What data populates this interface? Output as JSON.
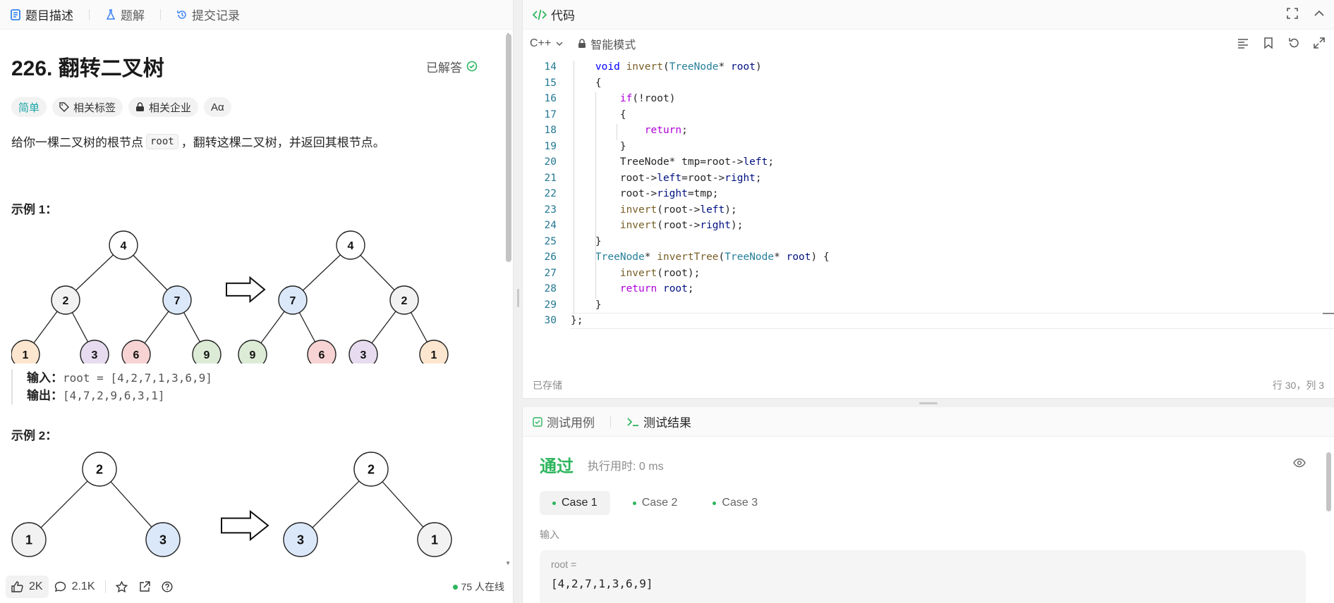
{
  "left_tabs": [
    {
      "label": "题目描述",
      "icon": "description-icon"
    },
    {
      "label": "题解",
      "icon": "flask-icon"
    },
    {
      "label": "提交记录",
      "icon": "history-icon"
    }
  ],
  "problem": {
    "title": "226. 翻转二叉树",
    "status": "已解答",
    "difficulty": "简单",
    "tags_label": "相关标签",
    "companies_label": "相关企业",
    "font_button": "Aα",
    "desc_prefix": "给你一棵二叉树的根节点",
    "desc_code": "root",
    "desc_suffix": "，翻转这棵二叉树，并返回其根节点。",
    "example1_title": "示例 1：",
    "example1_input_label": "输入：",
    "example1_input": "root = [4,2,7,1,3,6,9]",
    "example1_output_label": "输出：",
    "example1_output": "[4,7,2,9,6,3,1]",
    "example2_title": "示例 2："
  },
  "tree1_before": {
    "nodes": [
      "4",
      "2",
      "7",
      "1",
      "3",
      "6",
      "9"
    ],
    "colors": [
      "#ffffff",
      "#f2f2f2",
      "#dbe8fa",
      "#fde6cf",
      "#e7dcef",
      "#f7d3d3",
      "#dcebd6"
    ]
  },
  "tree1_after": {
    "nodes": [
      "4",
      "7",
      "2",
      "9",
      "6",
      "3",
      "1"
    ],
    "colors": [
      "#ffffff",
      "#dbe8fa",
      "#f2f2f2",
      "#dcebd6",
      "#f7d3d3",
      "#e7dcef",
      "#fde6cf"
    ]
  },
  "tree2_before": {
    "nodes": [
      "2",
      "1",
      "3"
    ],
    "colors": [
      "#ffffff",
      "#f2f2f2",
      "#dbe8fa"
    ]
  },
  "tree2_after": {
    "nodes": [
      "2",
      "3",
      "1"
    ],
    "colors": [
      "#ffffff",
      "#dbe8fa",
      "#f2f2f2"
    ]
  },
  "bottom_bar": {
    "likes": "2K",
    "comments": "2.1K",
    "online": "75 人在线"
  },
  "code_panel": {
    "title": "代码",
    "language": "C++",
    "mode": "智能模式",
    "saved": "已存储",
    "cursor": "行 30，列 3"
  },
  "code_lines": [
    {
      "n": "14",
      "html": "    <span class=\"kw\">void</span> <span class=\"fn\">invert</span>(<span class=\"ty\">TreeNode</span>* <span class=\"vr\">root</span>)"
    },
    {
      "n": "15",
      "html": "    {"
    },
    {
      "n": "16",
      "html": "        <span class=\"ctl\">if</span>(!root)"
    },
    {
      "n": "17",
      "html": "        {"
    },
    {
      "n": "18",
      "html": "            <span class=\"ctl\">return</span>;"
    },
    {
      "n": "19",
      "html": "        }"
    },
    {
      "n": "20",
      "html": "        TreeNode* tmp=root-><span class=\"vr\">left</span>;"
    },
    {
      "n": "21",
      "html": "        root-><span class=\"vr\">left</span>=root-><span class=\"vr\">right</span>;"
    },
    {
      "n": "22",
      "html": "        root-><span class=\"vr\">right</span>=tmp;"
    },
    {
      "n": "23",
      "html": "        <span class=\"fn\">invert</span>(root-><span class=\"vr\">left</span>);"
    },
    {
      "n": "24",
      "html": "        <span class=\"fn\">invert</span>(root-><span class=\"vr\">right</span>);"
    },
    {
      "n": "25",
      "html": "    }"
    },
    {
      "n": "26",
      "html": "    <span class=\"ty\">TreeNode</span>* <span class=\"fn\">invertTree</span>(<span class=\"ty\">TreeNode</span>* <span class=\"vr\">root</span>) {"
    },
    {
      "n": "27",
      "html": "        <span class=\"fn\">invert</span>(root);"
    },
    {
      "n": "28",
      "html": "        <span class=\"ctl\">return</span> <span class=\"vr\">root</span>;"
    },
    {
      "n": "29",
      "html": "    }"
    },
    {
      "n": "30",
      "html": "};"
    }
  ],
  "result_panel": {
    "tab_testcase": "测试用例",
    "tab_result": "测试结果",
    "status": "通过",
    "runtime": "执行用时: 0 ms",
    "cases": [
      "Case 1",
      "Case 2",
      "Case 3"
    ],
    "input_label": "输入",
    "input_var": "root =",
    "input_value": "[4,2,7,1,3,6,9]"
  }
}
